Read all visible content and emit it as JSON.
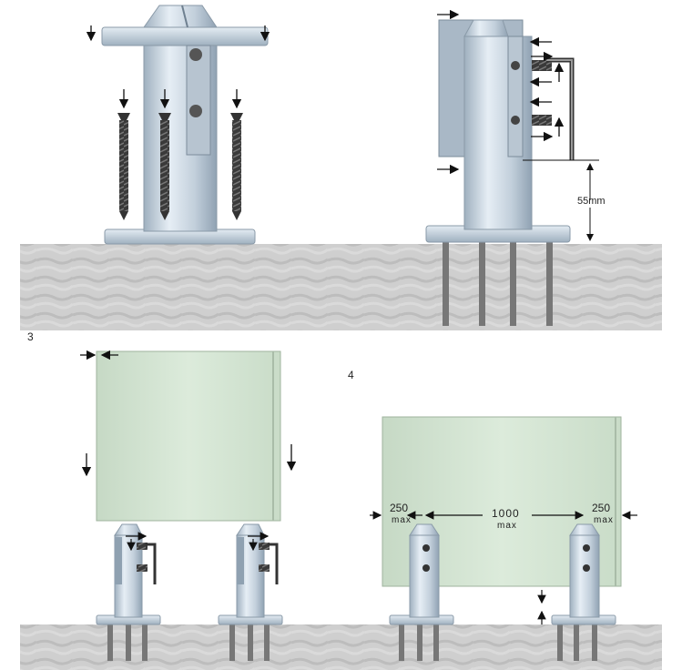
{
  "steps": {
    "step3": "3",
    "step4": "4"
  },
  "dimensions": {
    "height_above_floor": "55mm",
    "edge_left_value": "250",
    "edge_left_unit": "max",
    "spacing_value": "1000",
    "spacing_unit": "max",
    "edge_right_value": "250",
    "edge_right_unit": "max"
  },
  "colors": {
    "steel": "#c7d3de",
    "steel_dark": "#8fa1b1",
    "glass": "#d5e5d3",
    "concrete": "#c9c9c9",
    "bolt": "#3a3a3a"
  },
  "icons": [
    "arrow-icon",
    "bolt-icon",
    "screw-icon",
    "allen-key-icon",
    "anchor-bolt-icon"
  ]
}
